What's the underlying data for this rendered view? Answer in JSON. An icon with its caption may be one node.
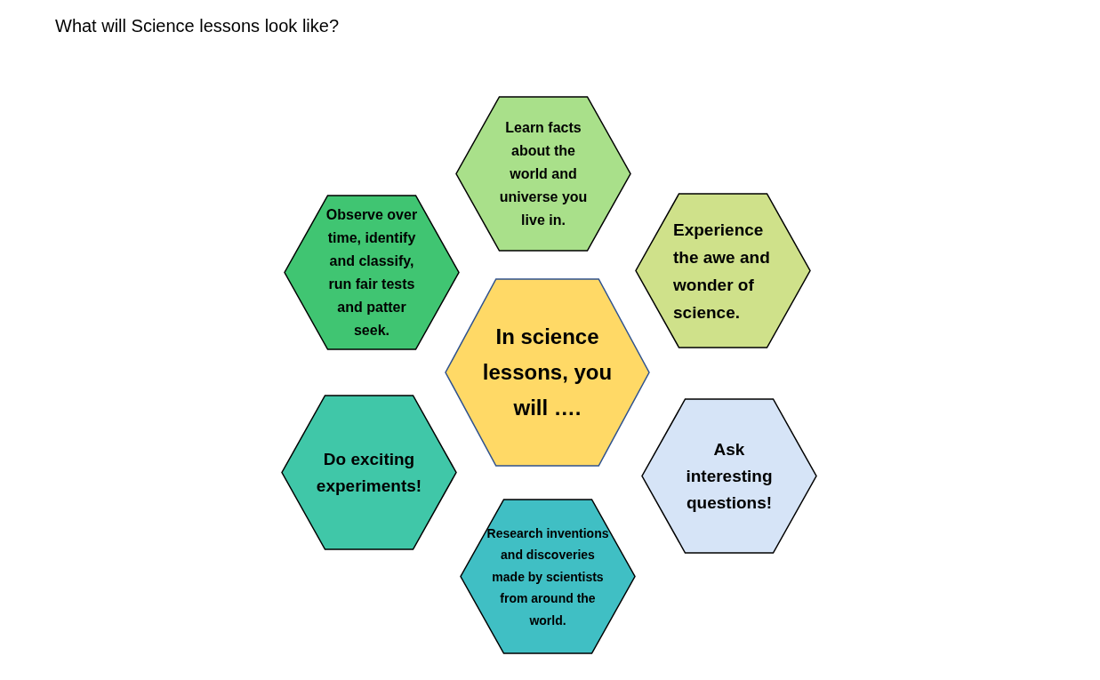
{
  "diagram": {
    "title": "What will Science lessons look like?",
    "nodes": [
      {
        "text": [
          "Learn facts about the world and universe you live in."
        ]
      },
      {
        "text": [
          "Observe over time, identify and classify, run fair tests and patter seek."
        ]
      },
      {
        "text": [
          "Experience the awe and wonder of science."
        ]
      },
      {
        "text": [
          "In science lessons, you will …."
        ]
      },
      {
        "text": [
          "Do exciting experiments!"
        ]
      },
      {
        "text": [
          "Ask interesting questions!"
        ]
      },
      {
        "text": [
          "Research inventions and discoveries made by scientists from around the world."
        ]
      }
    ],
    "edges": []
  }
}
